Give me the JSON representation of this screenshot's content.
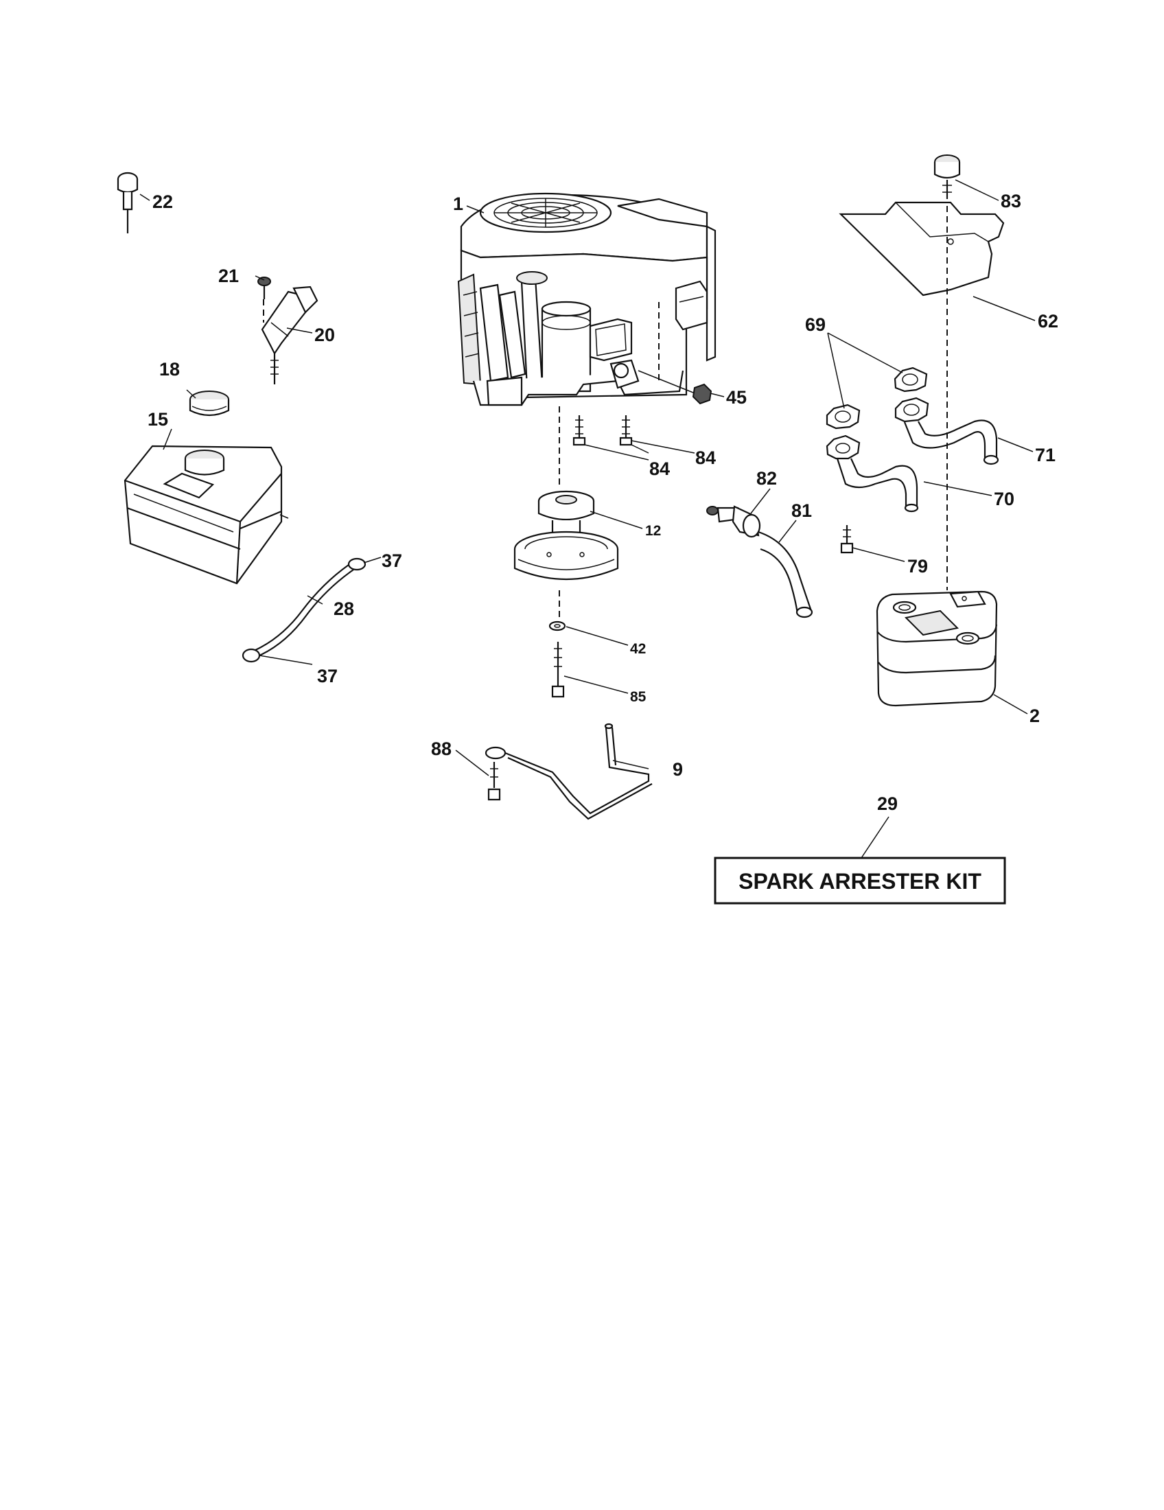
{
  "callouts": {
    "p1": "1",
    "p2": "2",
    "p9": "9",
    "p12": "12",
    "p15": "15",
    "p18": "18",
    "p20": "20",
    "p21": "21",
    "p22": "22",
    "p28": "28",
    "p29": "29",
    "p37a": "37",
    "p37b": "37",
    "p42": "42",
    "p45": "45",
    "p62": "62",
    "p69": "69",
    "p70": "70",
    "p71": "71",
    "p79": "79",
    "p81": "81",
    "p82": "82",
    "p83": "83",
    "p84a": "84",
    "p84b": "84",
    "p85": "85",
    "p88": "88"
  },
  "kit_label": "SPARK ARRESTER KIT"
}
